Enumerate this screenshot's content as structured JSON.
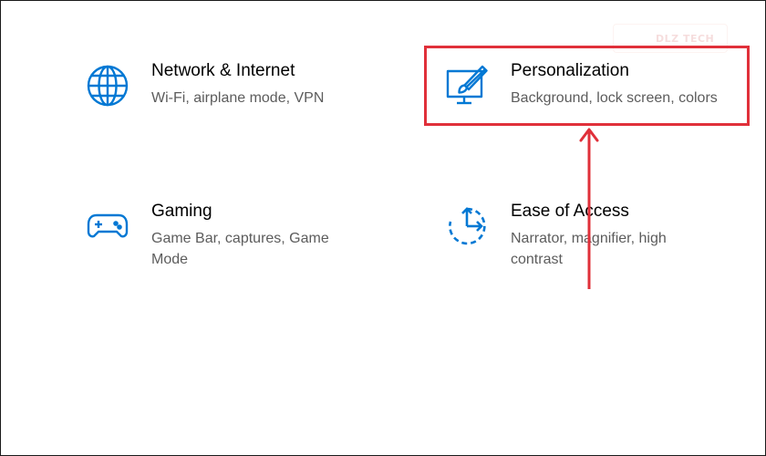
{
  "tiles": {
    "network": {
      "title": "Network & Internet",
      "description": "Wi-Fi, airplane mode, VPN",
      "icon": "globe-icon"
    },
    "personalization": {
      "title": "Personalization",
      "description": "Background, lock screen, colors",
      "icon": "paint-monitor-icon"
    },
    "gaming": {
      "title": "Gaming",
      "description": "Game Bar, captures, Game\nMode",
      "icon": "gamepad-icon"
    },
    "ease_of_access": {
      "title": "Ease of Access",
      "description": "Narrator, magnifier, high\ncontrast",
      "icon": "ease-of-access-icon"
    }
  },
  "watermark": {
    "text": "DLZ TECH"
  },
  "colors": {
    "icon_blue": "#0078d4",
    "annotation_red": "#e0303a",
    "title_text": "#000000",
    "description_text": "#5c5c5c"
  }
}
